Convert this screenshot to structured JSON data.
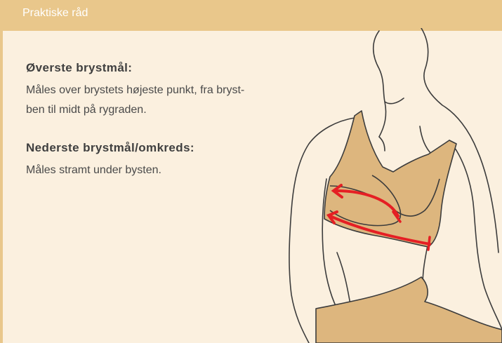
{
  "header": {
    "title": "Praktiske råd"
  },
  "sections": [
    {
      "heading": "Øverste brystmål:",
      "line1": "Måles over brystets højeste punkt, fra bryst-",
      "line2": "ben til midt på rygraden."
    },
    {
      "heading": "Nederste brystmål/omkreds:",
      "line1": "Måles stramt under bysten."
    }
  ],
  "colors": {
    "header": "#e9c78b",
    "background": "#fbf0df",
    "garment": "#ddb67e",
    "measure_arrow": "#e51f24",
    "outline": "#3c3c3c"
  },
  "illustration": {
    "icon": "woman-bra-measurement-illustration"
  }
}
